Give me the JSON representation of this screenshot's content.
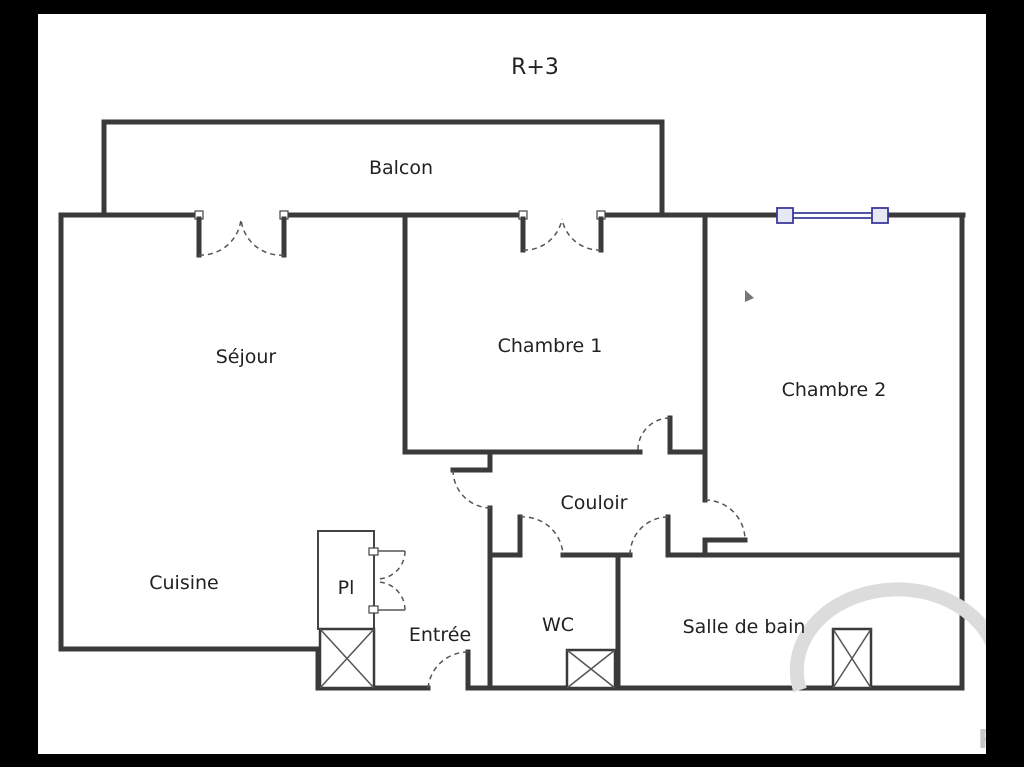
{
  "plan": {
    "title": "R+3",
    "rooms": {
      "balcon": "Balcon",
      "sejour": "Séjour",
      "chambre1": "Chambre 1",
      "chambre2": "Chambre 2",
      "couloir": "Couloir",
      "cuisine": "Cuisine",
      "placard": "Pl",
      "entree": "Entrée",
      "wc": "WC",
      "salle_de_bain": "Salle de bain"
    }
  },
  "colors": {
    "wall": "#3a3a3a",
    "window": "#3b3b9a",
    "background": "#000000",
    "paper": "#ffffff"
  }
}
